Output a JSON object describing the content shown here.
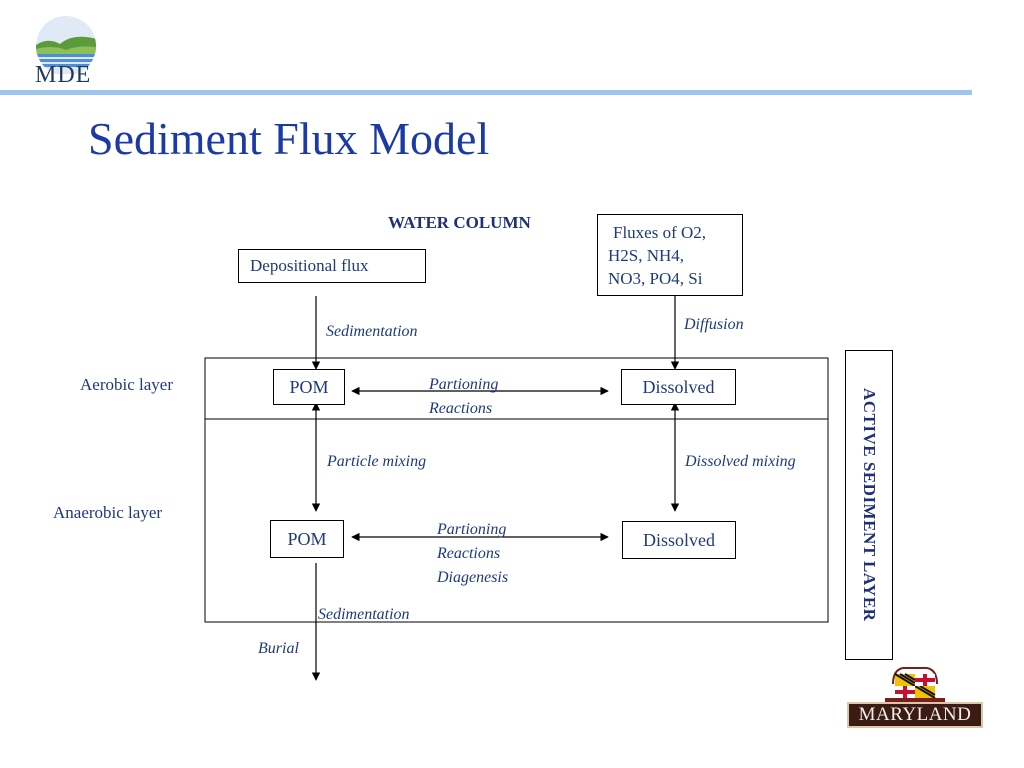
{
  "header": {
    "logo_text": "MDE"
  },
  "slide": {
    "title": "Sediment Flux Model"
  },
  "diagram": {
    "water_column": "WATER COLUMN",
    "depositional_flux": "Depositional flux",
    "fluxes": [
      "Fluxes of O2,",
      "H2S, NH4,",
      "NO3, PO4, Si"
    ],
    "sedimentation_top": "Sedimentation",
    "diffusion": "Diffusion",
    "aerobic_layer": "Aerobic layer",
    "anaerobic_layer": "Anaerobic layer",
    "pom_top": "POM",
    "dissolved_top": "Dissolved",
    "partitioning_top": [
      "Partioning",
      "Reactions"
    ],
    "particle_mixing": "Particle mixing",
    "dissolved_mixing": "Dissolved mixing",
    "pom_bottom": "POM",
    "dissolved_bottom": "Dissolved",
    "partitioning_bottom": [
      "Partioning",
      "Reactions",
      "Diagenesis"
    ],
    "sedimentation_bottom": "Sedimentation",
    "burial": "Burial",
    "active_layer": "ACTIVE SEDIMENT LAYER"
  },
  "footer": {
    "state_logo": "MARYLAND"
  },
  "colors": {
    "title": "#1a3aa6",
    "text": "#1f3a7a",
    "header_rule": "#9cc6ef"
  }
}
